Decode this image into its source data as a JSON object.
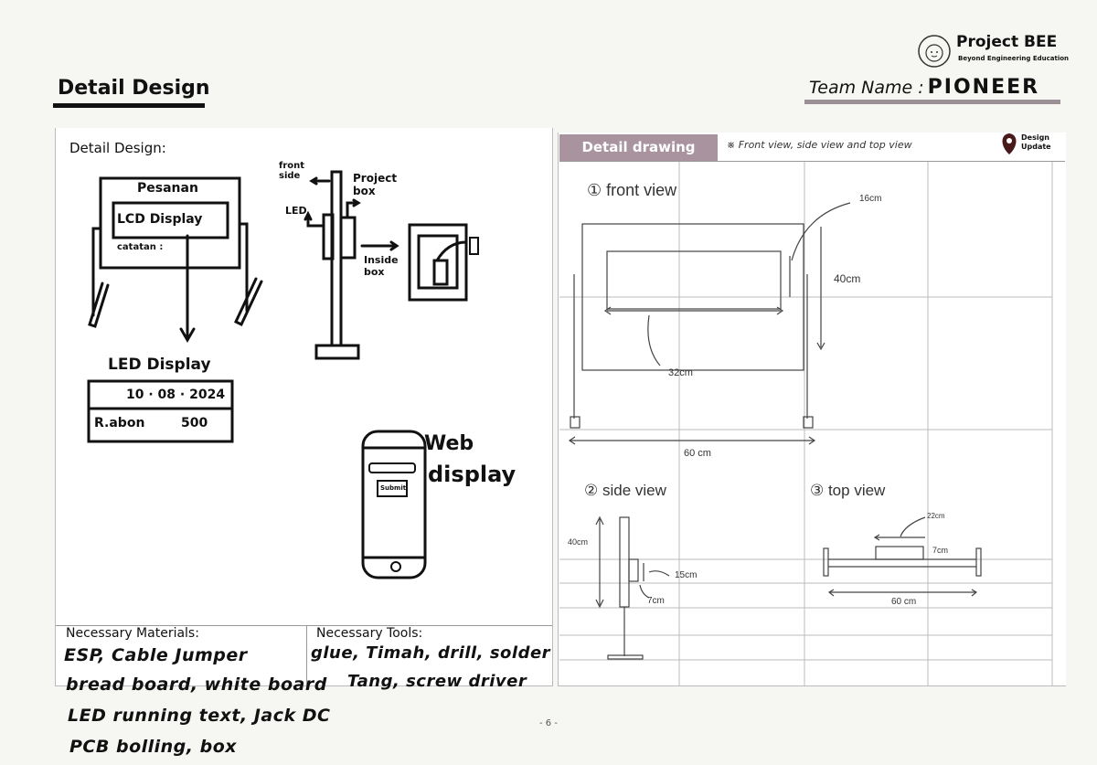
{
  "header": {
    "title": "Detail Design",
    "team_label": "Team Name :",
    "team_name": "PIONEER",
    "logo": {
      "name": "Project BEE",
      "tagline": "Beyond Engineering Education"
    }
  },
  "left": {
    "section_label": "Detail Design:",
    "sketch": {
      "board_title": "Pesanan",
      "lcd_label": "LCD Display",
      "catatan": "catatan :",
      "led_display_title": "LED Display",
      "led_date": "10 · 08 · 2024",
      "led_item": "R.abon",
      "led_value": "500",
      "front_side": "front side",
      "project_box": "Project box",
      "led": "LED",
      "inside_box": "Inside box",
      "web_display_1": "Web",
      "web_display_2": "display",
      "submit": "Submit"
    },
    "materials": {
      "label": "Necessary Materials:",
      "lines": [
        "ESP, Cable Jumper",
        "bread board, white board",
        "LED running text, Jack DC",
        "PCB bolling, box"
      ]
    },
    "tools": {
      "label": "Necessary Tools:",
      "lines": [
        "glue, Timah, drill, solder",
        "Tang, screw driver"
      ]
    }
  },
  "right": {
    "tab": "Detail drawing",
    "note": "※ Front view, side view and top view",
    "design_update": [
      "Design",
      "Update"
    ],
    "front_view": {
      "title": "① front view",
      "dims": [
        "16cm",
        "40cm",
        "32cm",
        "60 cm"
      ]
    },
    "side_view": {
      "title": "② side view",
      "dims": [
        "40cm",
        "15cm",
        "7cm"
      ]
    },
    "top_view": {
      "title": "③ top view",
      "dims": [
        "22cm",
        "7cm",
        "60 cm"
      ]
    }
  },
  "page_number": "- 6 -"
}
